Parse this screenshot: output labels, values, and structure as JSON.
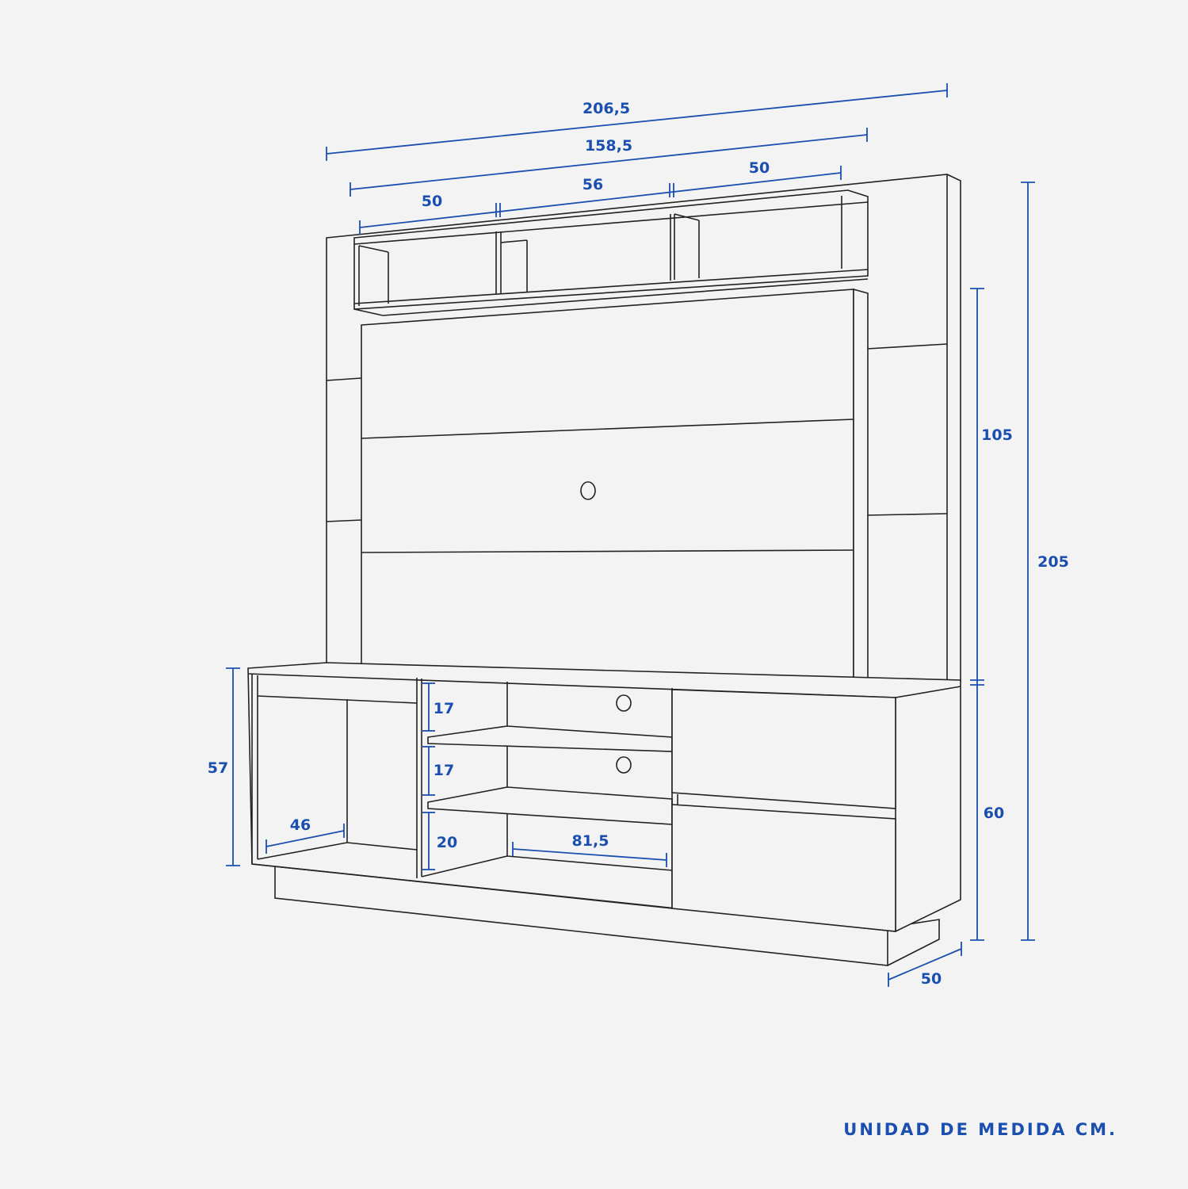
{
  "dimensions": {
    "total_width": "206,5",
    "inner_width": "158,5",
    "shelf_left": "50",
    "shelf_middle": "56",
    "shelf_right": "50",
    "panel_height": "105",
    "total_height": "205",
    "base_height": "60",
    "left_height": "57",
    "left_depth": "46",
    "niche_1": "17",
    "niche_2": "17",
    "niche_3": "20",
    "center_width": "81,5",
    "depth": "50"
  },
  "footer": {
    "unit_note": "UNIDAD DE MEDIDA CM."
  },
  "colors": {
    "dimension": "#1a4fb0",
    "line": "#222222",
    "background": "#f3f3f3"
  }
}
